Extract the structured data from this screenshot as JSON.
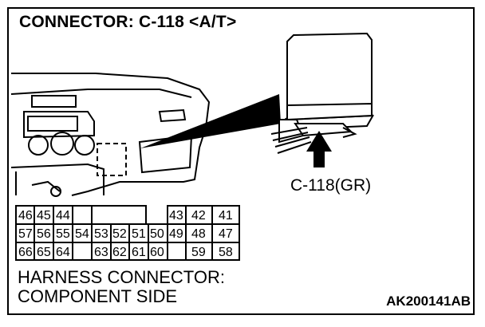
{
  "title": "CONNECTOR: C-118 <A/T>",
  "callout_label": "C-118(GR)",
  "harness_label_line1": "HARNESS CONNECTOR:",
  "harness_label_line2": "COMPONENT SIDE",
  "figure_code": "AK200141AB",
  "connector_pins": {
    "row1_left": [
      "46",
      "45",
      "44"
    ],
    "row1_right": [
      "43",
      "42",
      "41"
    ],
    "row2": [
      "57",
      "56",
      "55",
      "54",
      "53",
      "52",
      "51",
      "50",
      "49",
      "48",
      "47"
    ],
    "row3_left": [
      "66",
      "65",
      "64"
    ],
    "row3_mid": [
      "63",
      "62",
      "61",
      "60"
    ],
    "row3_right": [
      "59",
      "58"
    ]
  }
}
